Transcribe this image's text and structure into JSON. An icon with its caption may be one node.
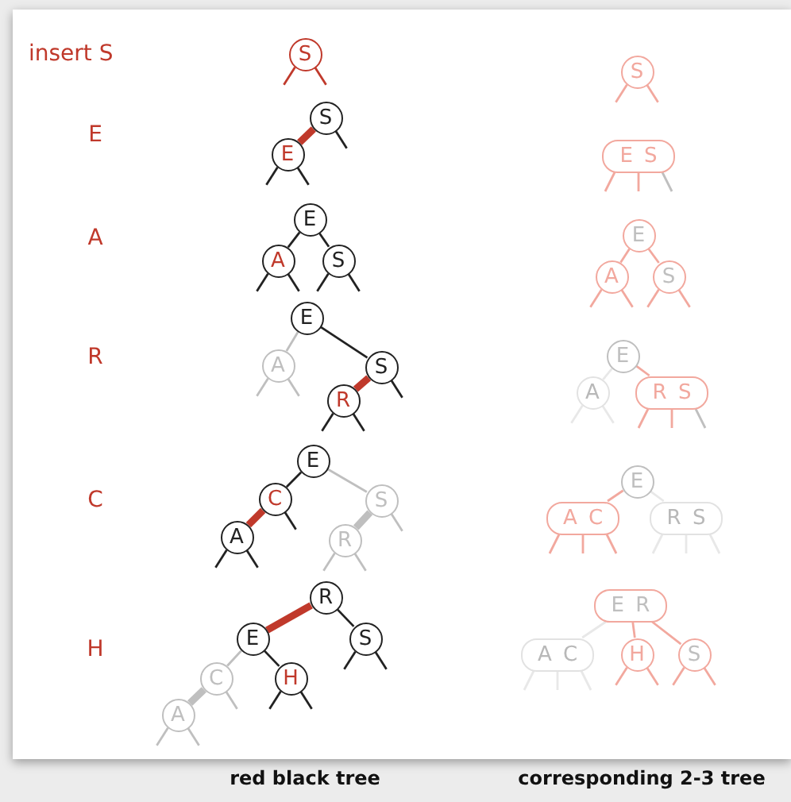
{
  "diagram": {
    "nodes": [
      {
        "text": [
          "S"
        ]
      },
      {
        "text": [
          "S"
        ]
      },
      {
        "text": [
          "S"
        ]
      },
      {
        "text": [
          "E"
        ]
      },
      {
        "text": [
          "E S"
        ]
      },
      {
        "text": [
          "E"
        ]
      },
      {
        "text": [
          "A"
        ]
      },
      {
        "text": [
          "S"
        ]
      },
      {
        "text": [
          "E"
        ]
      },
      {
        "text": [
          "A"
        ]
      },
      {
        "text": [
          "S"
        ]
      },
      {
        "text": [
          "E"
        ]
      },
      {
        "text": [
          "A"
        ]
      },
      {
        "text": [
          "S"
        ]
      },
      {
        "text": [
          "R"
        ]
      },
      {
        "text": [
          "E"
        ]
      },
      {
        "text": [
          "A"
        ]
      },
      {
        "text": [
          "R S"
        ]
      },
      {
        "text": [
          "E"
        ]
      },
      {
        "text": [
          "C"
        ]
      },
      {
        "text": [
          "A"
        ]
      },
      {
        "text": [
          "S"
        ]
      },
      {
        "text": [
          "R"
        ]
      },
      {
        "text": [
          "E"
        ]
      },
      {
        "text": [
          "A C"
        ]
      },
      {
        "text": [
          "R S"
        ]
      },
      {
        "text": [
          "R"
        ]
      },
      {
        "text": [
          "E"
        ]
      },
      {
        "text": [
          "S"
        ]
      },
      {
        "text": [
          "C"
        ]
      },
      {
        "text": [
          "H"
        ]
      },
      {
        "text": [
          "A"
        ]
      },
      {
        "text": [
          "E R"
        ]
      },
      {
        "text": [
          "A C"
        ]
      },
      {
        "text": [
          "H"
        ]
      },
      {
        "text": [
          "S"
        ]
      }
    ],
    "edges": [
      {
        "from": 0,
        "to": null,
        "arrow": "none",
        "color": "#c0392b"
      },
      {
        "from": 0,
        "to": null,
        "arrow": "none",
        "color": "#c0392b"
      },
      {
        "from": 1,
        "to": null,
        "arrow": "none",
        "color": "#f2a89e"
      },
      {
        "from": 1,
        "to": null,
        "arrow": "none",
        "color": "#f2a89e"
      },
      {
        "from": 2,
        "to": 3,
        "arrow": "none",
        "style": "thick",
        "color": "#c0392b"
      },
      {
        "from": 2,
        "to": null,
        "arrow": "none",
        "color": "#222222"
      },
      {
        "from": 3,
        "to": null,
        "arrow": "none",
        "color": "#222222"
      },
      {
        "from": 3,
        "to": null,
        "arrow": "none",
        "color": "#222222"
      },
      {
        "from": 4,
        "to": null,
        "arrow": "none",
        "color": "#f2a89e"
      },
      {
        "from": 4,
        "to": null,
        "arrow": "none",
        "color": "#f2a89e"
      },
      {
        "from": 4,
        "to": null,
        "arrow": "none",
        "color": "#bfbfbf"
      },
      {
        "from": 5,
        "to": 6,
        "arrow": "none",
        "color": "#222222"
      },
      {
        "from": 5,
        "to": 7,
        "arrow": "none",
        "color": "#222222"
      },
      {
        "from": 6,
        "to": null,
        "arrow": "none",
        "color": "#222222"
      },
      {
        "from": 6,
        "to": null,
        "arrow": "none",
        "color": "#222222"
      },
      {
        "from": 7,
        "to": null,
        "arrow": "none",
        "color": "#222222"
      },
      {
        "from": 7,
        "to": null,
        "arrow": "none",
        "color": "#222222"
      },
      {
        "from": 8,
        "to": 9,
        "arrow": "none",
        "color": "#f2a89e"
      },
      {
        "from": 8,
        "to": 10,
        "arrow": "none",
        "color": "#f2a89e"
      },
      {
        "from": 9,
        "to": null,
        "arrow": "none",
        "color": "#f2a89e"
      },
      {
        "from": 9,
        "to": null,
        "arrow": "none",
        "color": "#f2a89e"
      },
      {
        "from": 10,
        "to": null,
        "arrow": "none",
        "color": "#f2a89e"
      },
      {
        "from": 10,
        "to": null,
        "arrow": "none",
        "color": "#f2a89e"
      },
      {
        "from": 11,
        "to": 12,
        "arrow": "none",
        "color": "#bfbfbf"
      },
      {
        "from": 11,
        "to": 13,
        "arrow": "none",
        "color": "#222222"
      },
      {
        "from": 12,
        "to": null,
        "arrow": "none",
        "color": "#bfbfbf"
      },
      {
        "from": 12,
        "to": null,
        "arrow": "none",
        "color": "#bfbfbf"
      },
      {
        "from": 13,
        "to": 14,
        "arrow": "none",
        "style": "thick",
        "color": "#c0392b"
      },
      {
        "from": 13,
        "to": null,
        "arrow": "none",
        "color": "#222222"
      },
      {
        "from": 14,
        "to": null,
        "arrow": "none",
        "color": "#222222"
      },
      {
        "from": 14,
        "to": null,
        "arrow": "none",
        "color": "#222222"
      },
      {
        "from": 15,
        "to": 16,
        "arrow": "none",
        "color": "#e8e8e8"
      },
      {
        "from": 15,
        "to": 17,
        "arrow": "none",
        "color": "#f2a89e"
      },
      {
        "from": 16,
        "to": null,
        "arrow": "none",
        "color": "#e8e8e8"
      },
      {
        "from": 16,
        "to": null,
        "arrow": "none",
        "color": "#e8e8e8"
      },
      {
        "from": 17,
        "to": null,
        "arrow": "none",
        "color": "#f2a89e"
      },
      {
        "from": 17,
        "to": null,
        "arrow": "none",
        "color": "#f2a89e"
      },
      {
        "from": 17,
        "to": null,
        "arrow": "none",
        "color": "#bfbfbf"
      },
      {
        "from": 18,
        "to": 19,
        "arrow": "none",
        "color": "#222222"
      },
      {
        "from": 18,
        "to": 21,
        "arrow": "none",
        "color": "#bfbfbf"
      },
      {
        "from": 19,
        "to": 20,
        "arrow": "none",
        "style": "thick",
        "color": "#c0392b"
      },
      {
        "from": 19,
        "to": null,
        "arrow": "none",
        "color": "#222222"
      },
      {
        "from": 20,
        "to": null,
        "arrow": "none",
        "color": "#222222"
      },
      {
        "from": 20,
        "to": null,
        "arrow": "none",
        "color": "#222222"
      },
      {
        "from": 21,
        "to": 22,
        "arrow": "none",
        "style": "thick",
        "color": "#bfbfbf"
      },
      {
        "from": 21,
        "to": null,
        "arrow": "none",
        "color": "#bfbfbf"
      },
      {
        "from": 22,
        "to": null,
        "arrow": "none",
        "color": "#bfbfbf"
      },
      {
        "from": 22,
        "to": null,
        "arrow": "none",
        "color": "#bfbfbf"
      },
      {
        "from": 23,
        "to": 24,
        "arrow": "none",
        "color": "#f2a89e"
      },
      {
        "from": 23,
        "to": 25,
        "arrow": "none",
        "color": "#e8e8e8"
      },
      {
        "from": 24,
        "to": null,
        "arrow": "none",
        "color": "#f2a89e"
      },
      {
        "from": 24,
        "to": null,
        "arrow": "none",
        "color": "#f2a89e"
      },
      {
        "from": 24,
        "to": null,
        "arrow": "none",
        "color": "#f2a89e"
      },
      {
        "from": 25,
        "to": null,
        "arrow": "none",
        "color": "#e8e8e8"
      },
      {
        "from": 25,
        "to": null,
        "arrow": "none",
        "color": "#e8e8e8"
      },
      {
        "from": 25,
        "to": null,
        "arrow": "none",
        "color": "#e8e8e8"
      },
      {
        "from": 26,
        "to": 27,
        "arrow": "none",
        "style": "thick",
        "color": "#c0392b"
      },
      {
        "from": 26,
        "to": 28,
        "arrow": "none",
        "color": "#222222"
      },
      {
        "from": 27,
        "to": 29,
        "arrow": "none",
        "color": "#bfbfbf"
      },
      {
        "from": 27,
        "to": 30,
        "arrow": "none",
        "color": "#222222"
      },
      {
        "from": 29,
        "to": 31,
        "arrow": "none",
        "style": "thick",
        "color": "#bfbfbf"
      },
      {
        "from": 29,
        "to": null,
        "arrow": "none",
        "color": "#bfbfbf"
      },
      {
        "from": 31,
        "to": null,
        "arrow": "none",
        "color": "#bfbfbf"
      },
      {
        "from": 31,
        "to": null,
        "arrow": "none",
        "color": "#bfbfbf"
      },
      {
        "from": 30,
        "to": null,
        "arrow": "none",
        "color": "#222222"
      },
      {
        "from": 30,
        "to": null,
        "arrow": "none",
        "color": "#222222"
      },
      {
        "from": 28,
        "to": null,
        "arrow": "none",
        "color": "#222222"
      },
      {
        "from": 28,
        "to": null,
        "arrow": "none",
        "color": "#222222"
      },
      {
        "from": 32,
        "to": 33,
        "arrow": "none",
        "color": "#e8e8e8"
      },
      {
        "from": 32,
        "to": 34,
        "arrow": "none",
        "color": "#f2a89e"
      },
      {
        "from": 32,
        "to": 35,
        "arrow": "none",
        "color": "#f2a89e"
      },
      {
        "from": 33,
        "to": null,
        "arrow": "none",
        "color": "#e8e8e8"
      },
      {
        "from": 33,
        "to": null,
        "arrow": "none",
        "color": "#e8e8e8"
      },
      {
        "from": 33,
        "to": null,
        "arrow": "none",
        "color": "#e8e8e8"
      },
      {
        "from": 34,
        "to": null,
        "arrow": "none",
        "color": "#f2a89e"
      },
      {
        "from": 34,
        "to": null,
        "arrow": "none",
        "color": "#f2a89e"
      },
      {
        "from": 35,
        "to": null,
        "arrow": "none",
        "color": "#f2a89e"
      },
      {
        "from": 35,
        "to": null,
        "arrow": "none",
        "color": "#f2a89e"
      }
    ],
    "labels": [
      "insert S",
      "E",
      "A",
      "R",
      "C",
      "H",
      "red black tree",
      "corresponding 2-3 tree"
    ]
  }
}
